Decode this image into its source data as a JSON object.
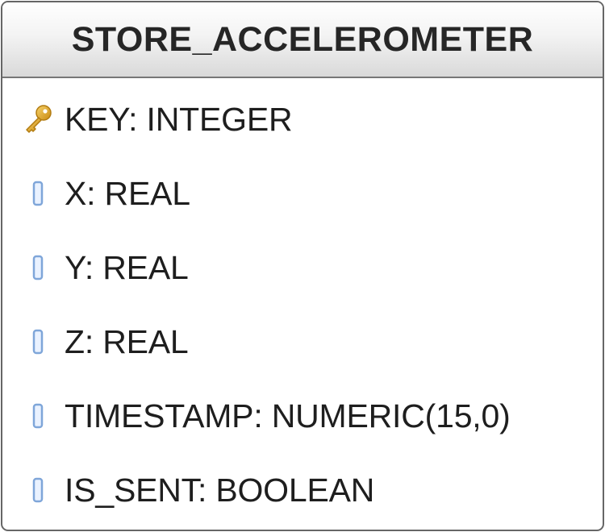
{
  "table": {
    "title": "STORE_ACCELEROMETER",
    "fields": [
      {
        "label": "KEY: INTEGER",
        "icon": "key-icon"
      },
      {
        "label": "X: REAL",
        "icon": "column-icon"
      },
      {
        "label": "Y: REAL",
        "icon": "column-icon"
      },
      {
        "label": "Z: REAL",
        "icon": "column-icon"
      },
      {
        "label": "TIMESTAMP: NUMERIC(15,0)",
        "icon": "column-icon"
      },
      {
        "label": "IS_SENT: BOOLEAN",
        "icon": "column-icon"
      }
    ]
  },
  "colors": {
    "border": "#666666",
    "header_top": "#ffffff",
    "header_bottom": "#d9d9d9",
    "key_icon": "#e0a020",
    "column_icon": "#7fa6d9"
  }
}
